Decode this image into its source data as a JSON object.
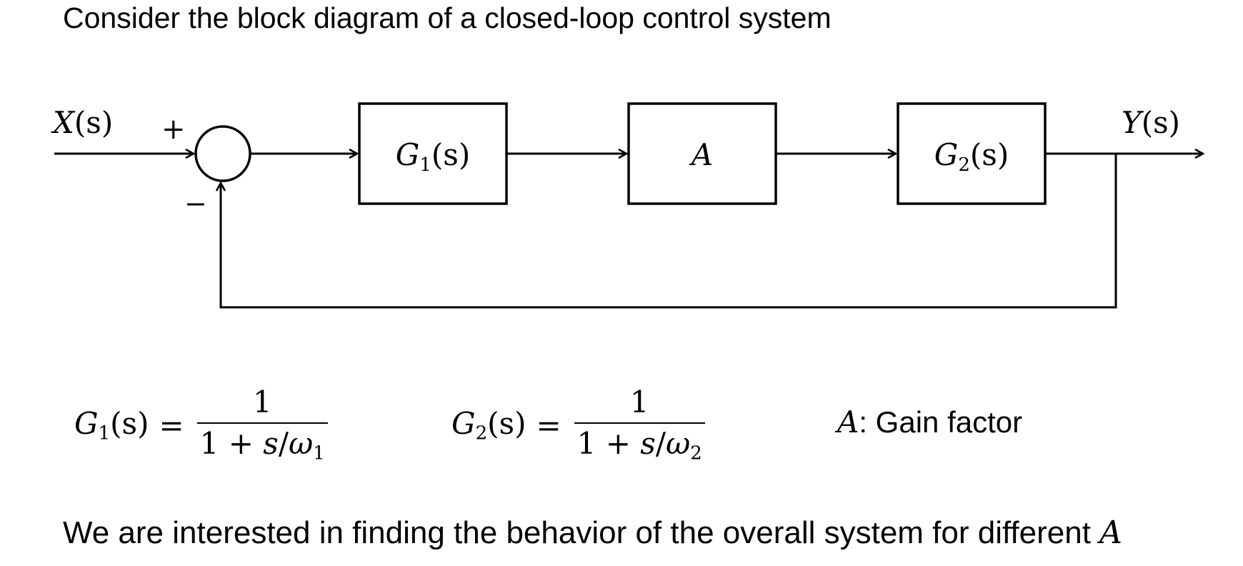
{
  "intro_text": "Consider the block diagram of a closed-loop control system",
  "diagram": {
    "input": {
      "var": "X",
      "arg": "(s)"
    },
    "output": {
      "var": "Y",
      "arg": "(s)"
    },
    "plus_sign": "+",
    "minus_sign": "−",
    "blocks": [
      {
        "var": "G",
        "sub": "1",
        "arg": "(s)"
      },
      {
        "var": "A",
        "sub": "",
        "arg": ""
      },
      {
        "var": "G",
        "sub": "2",
        "arg": "(s)"
      }
    ]
  },
  "equations": {
    "g1": {
      "lhs_var": "G",
      "lhs_sub": "1",
      "lhs_arg": "(s)",
      "equals": "=",
      "numerator": "1",
      "den_prefix": "1 + ",
      "den_var": "s",
      "den_slash": "/",
      "den_omega": "ω",
      "den_sub": "1"
    },
    "g2": {
      "lhs_var": "G",
      "lhs_sub": "2",
      "lhs_arg": "(s)",
      "equals": "=",
      "numerator": "1",
      "den_prefix": "1 + ",
      "den_var": "s",
      "den_slash": "/",
      "den_omega": "ω",
      "den_sub": "2"
    }
  },
  "gain_note": {
    "var": "A",
    "text": ": Gain factor"
  },
  "outro": {
    "text": "We are interested in finding the behavior of the overall system for different ",
    "var": "A"
  }
}
